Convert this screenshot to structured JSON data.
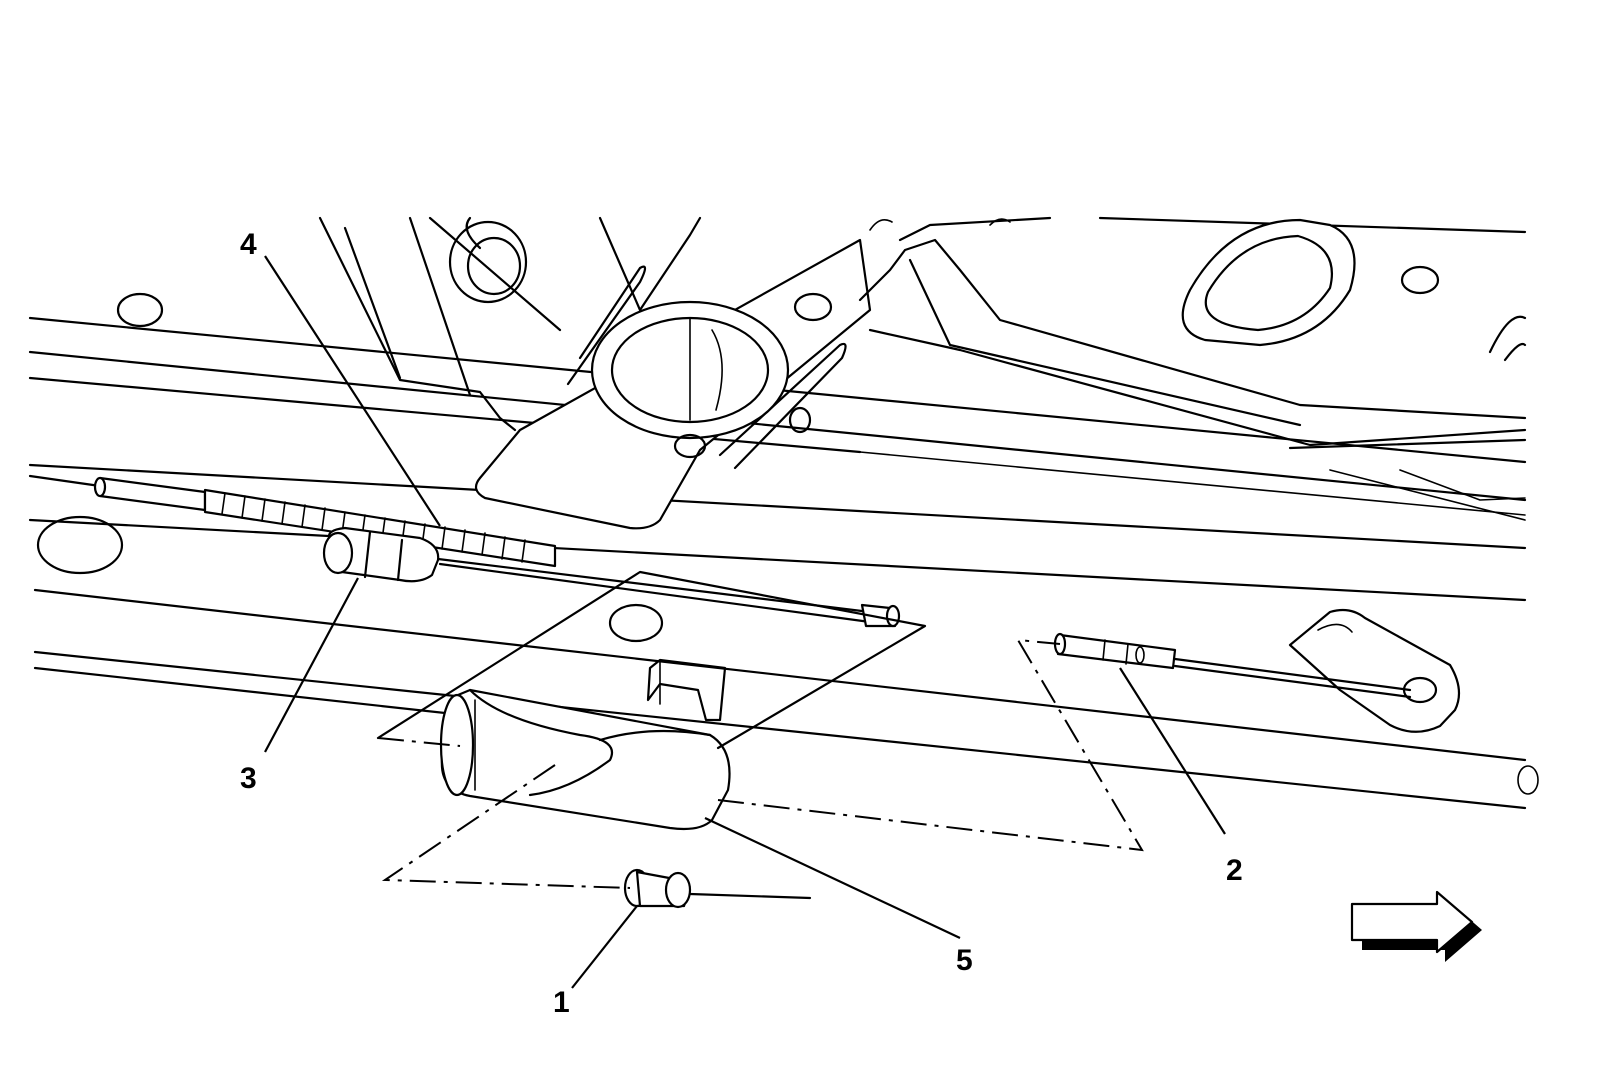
{
  "diagram": {
    "callouts": [
      {
        "id": 1,
        "label": "1",
        "part": "fastener-pin"
      },
      {
        "id": 2,
        "label": "2",
        "part": "rear-cable-end"
      },
      {
        "id": 3,
        "label": "3",
        "part": "cable-conduit-fitting"
      },
      {
        "id": 4,
        "label": "4",
        "part": "parking-brake-cable"
      },
      {
        "id": 5,
        "label": "5",
        "part": "cable-shield"
      }
    ],
    "direction_arrow": "forward-arrow-icon",
    "colors": {
      "line": "#000000",
      "background": "#ffffff"
    }
  }
}
